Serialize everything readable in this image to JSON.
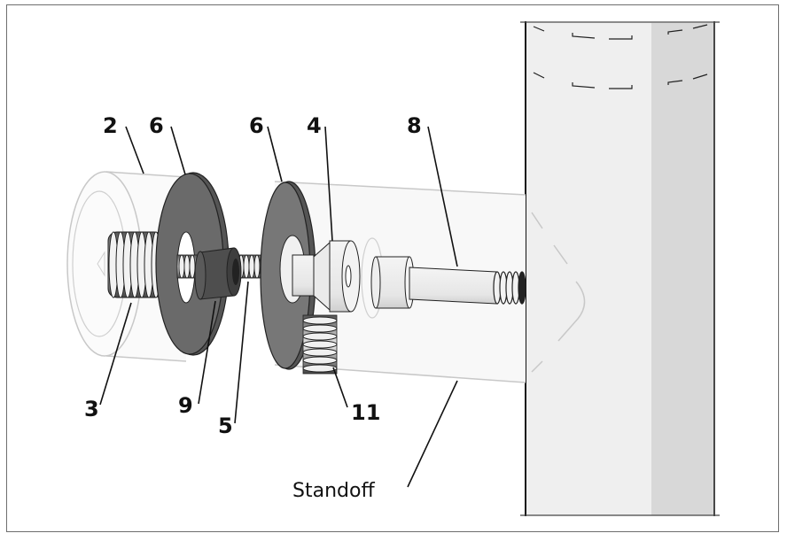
{
  "diagram": {
    "type": "exploded-assembly",
    "callouts": [
      {
        "id": "2",
        "label": "2"
      },
      {
        "id": "6a",
        "label": "6"
      },
      {
        "id": "6b",
        "label": "6"
      },
      {
        "id": "4",
        "label": "4"
      },
      {
        "id": "8",
        "label": "8"
      },
      {
        "id": "3",
        "label": "3"
      },
      {
        "id": "9",
        "label": "9"
      },
      {
        "id": "5",
        "label": "5"
      },
      {
        "id": "11",
        "label": "11"
      }
    ],
    "standoff_label": "Standoff",
    "colors": {
      "frame": "#6e6e6e",
      "post_face": "#efefef",
      "post_side": "#d8d8d8",
      "washer": "#6a6a6a",
      "washer_dark": "#555555",
      "nut": "#4e4e4e",
      "ghost_line": "#c8c8c8",
      "ink": "#111111"
    }
  }
}
